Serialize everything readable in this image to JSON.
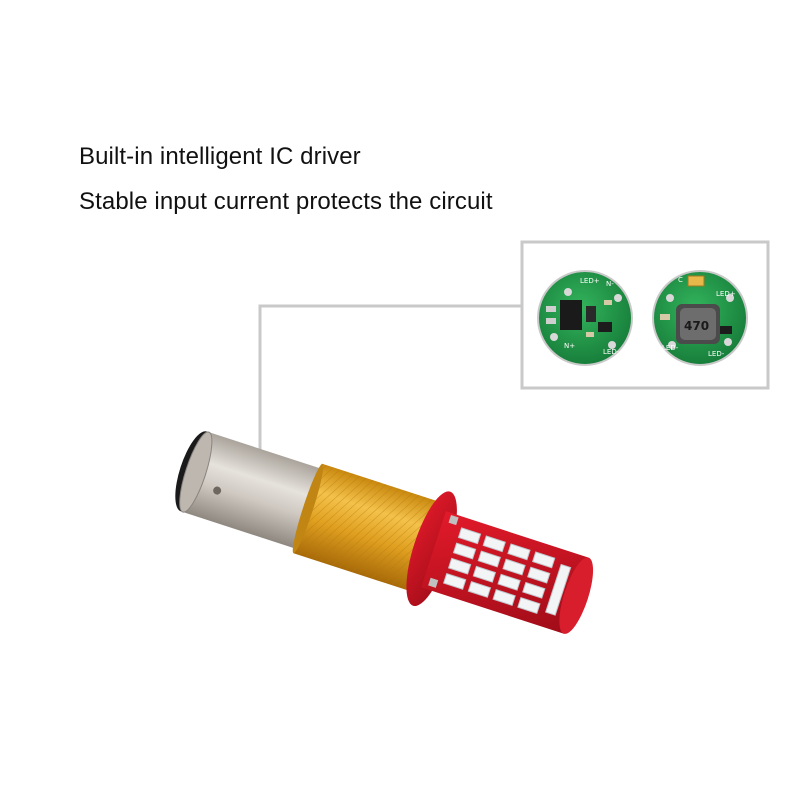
{
  "headline": {
    "line1": "Built-in intelligent IC driver",
    "line2": "Stable input current protects the circuit"
  },
  "inset": {
    "board_left": {
      "labels": [
        "LED+",
        "N-",
        "N+",
        "LED-"
      ]
    },
    "board_right": {
      "labels": [
        "C",
        "LED+",
        "LED-",
        "LED-"
      ],
      "choke_marking": "470"
    }
  },
  "colors": {
    "pcb_green": "#1f9a4a",
    "bulb_red": "#c8101e",
    "heatsink_gold": "#e0a020",
    "metal_base": "#c8c4be",
    "callout_line": "#c9c9c9"
  }
}
